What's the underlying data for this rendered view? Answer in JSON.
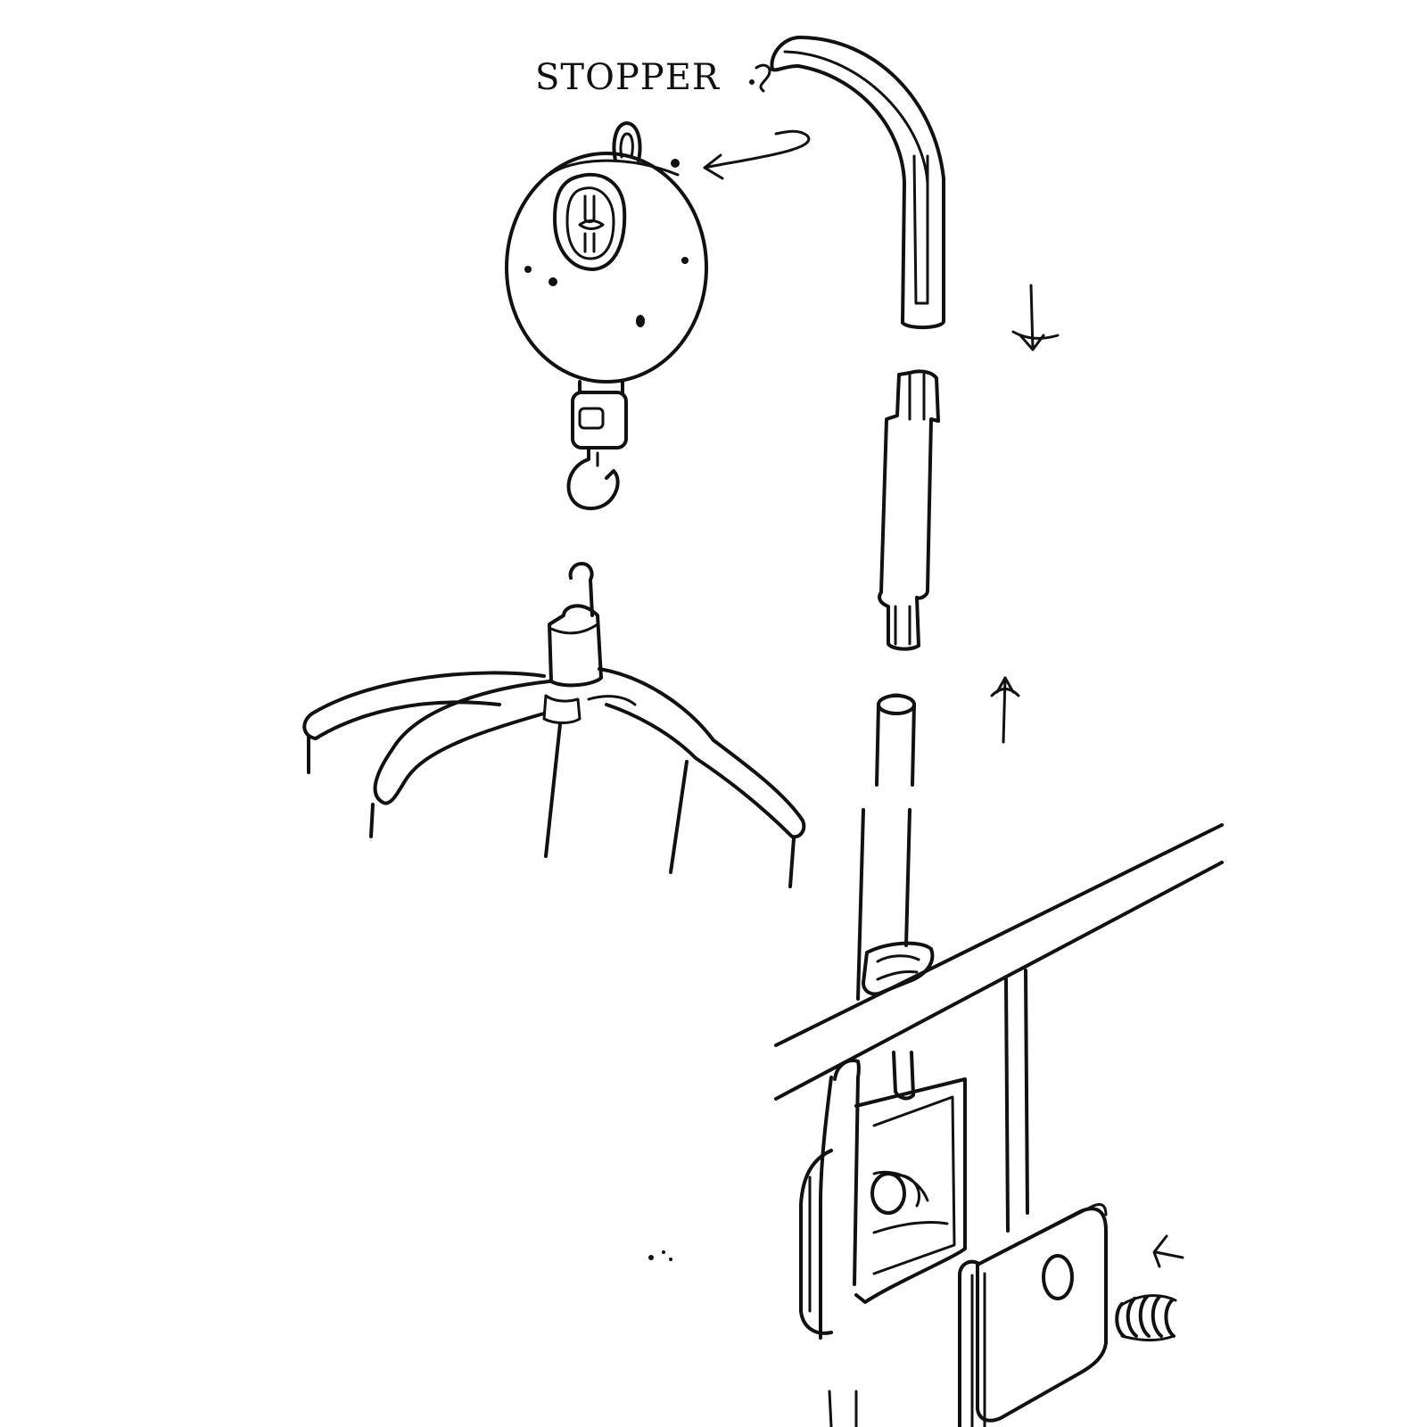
{
  "diagram": {
    "labels": {
      "stopper": "STOPPER"
    },
    "ink_color": "#111111",
    "background_color": "#ffffff",
    "parts": [
      {
        "name": "stopper-clip"
      },
      {
        "name": "curved-hook-pole"
      },
      {
        "name": "spring-scale"
      },
      {
        "name": "middle-pole-segment"
      },
      {
        "name": "lower-pole-segment"
      },
      {
        "name": "umbrella-arms"
      },
      {
        "name": "bed-rail-frame"
      },
      {
        "name": "mounting-clamp"
      },
      {
        "name": "thumb-screw"
      }
    ],
    "arrows": [
      {
        "name": "rotate-arrow",
        "direction": "left"
      },
      {
        "name": "insert-arrow-down",
        "direction": "down"
      },
      {
        "name": "insert-arrow-up",
        "direction": "up"
      },
      {
        "name": "screw-arrow",
        "direction": "left"
      }
    ]
  }
}
